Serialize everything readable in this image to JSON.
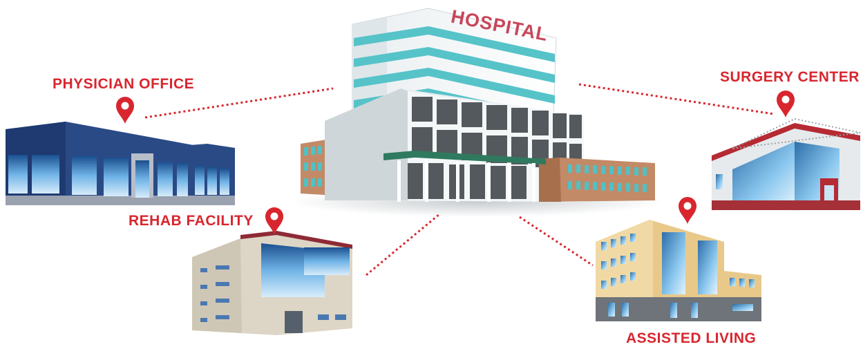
{
  "colors": {
    "accent": "#d8262f",
    "hospital_sign": "#c8465a"
  },
  "nodes": {
    "hospital": {
      "label": "HOSPITAL",
      "icon": "hospital-building-icon"
    },
    "physician_office": {
      "label": "PHYSICIAN OFFICE",
      "icon": "office-building-icon"
    },
    "surgery_center": {
      "label": "SURGERY CENTER",
      "icon": "clinic-building-icon"
    },
    "rehab_facility": {
      "label": "REHAB FACILITY",
      "icon": "apartment-building-icon"
    },
    "assisted_living": {
      "label": "ASSISTED LIVING",
      "icon": "residence-building-icon"
    }
  },
  "markers": {
    "icon": "map-pin-icon"
  },
  "connectors": {
    "style": "dotted"
  }
}
